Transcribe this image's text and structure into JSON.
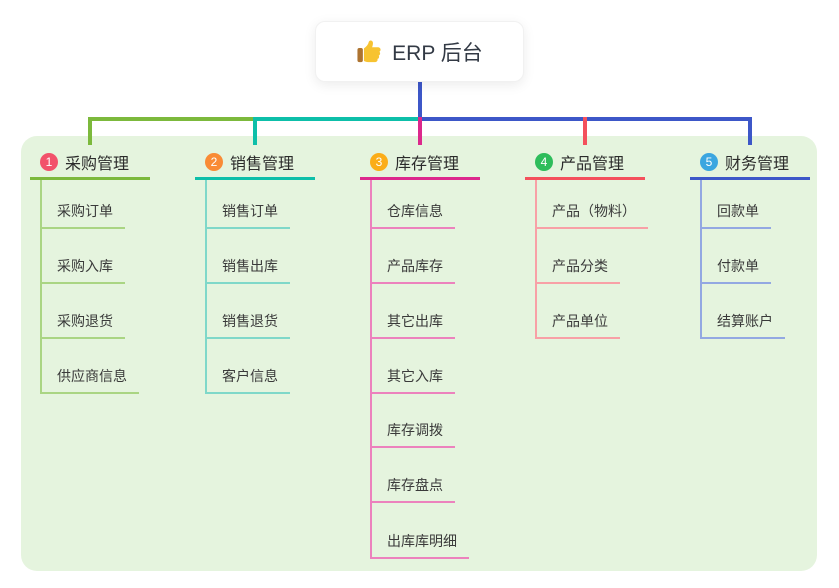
{
  "root": {
    "label": "ERP 后台",
    "icon": "thumbs-up-icon"
  },
  "colors": {
    "page_bg": "#ffffff",
    "panel_bg": "#e5f4de",
    "root_bg": "#ffffff",
    "root_text": "#333a45",
    "stem": "#3d57c8",
    "header_text": "#2b2b2b",
    "child_text": "#3a3a3a",
    "badge_text": "#ffffff",
    "thumb_hand": "#f7c331",
    "thumb_sleeve": "#ad7330"
  },
  "branches": [
    {
      "badge": "1",
      "label": "采购管理",
      "badge_color": "#f2526b",
      "line_color": "#7cb93c",
      "child_line_color": "#aad583",
      "children": [
        "采购订单",
        "采购入库",
        "采购退货",
        "供应商信息"
      ]
    },
    {
      "badge": "2",
      "label": "销售管理",
      "badge_color": "#f98b35",
      "line_color": "#0dbfa9",
      "child_line_color": "#7fd8c9",
      "children": [
        "销售订单",
        "销售出库",
        "销售退货",
        "客户信息"
      ]
    },
    {
      "badge": "3",
      "label": "库存管理",
      "badge_color": "#fbad18",
      "line_color": "#dc288c",
      "child_line_color": "#ec82bd",
      "children": [
        "仓库信息",
        "产品库存",
        "其它出库",
        "其它入库",
        "库存调拨",
        "库存盘点",
        "出库库明细"
      ]
    },
    {
      "badge": "4",
      "label": "产品管理",
      "badge_color": "#2ebd5b",
      "line_color": "#f4505c",
      "child_line_color": "#f8a0a6",
      "children": [
        "产品（物料）",
        "产品分类",
        "产品单位"
      ]
    },
    {
      "badge": "5",
      "label": "财务管理",
      "badge_color": "#3ba6e0",
      "line_color": "#3d57c8",
      "child_line_color": "#93a8e2",
      "children": [
        "回款单",
        "付款单",
        "结算账户"
      ]
    }
  ]
}
